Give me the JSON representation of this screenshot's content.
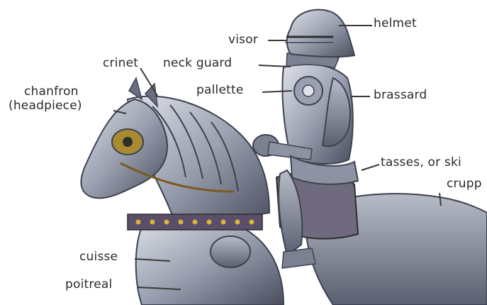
{
  "labels": {
    "helmet": "helmet",
    "visor": "visor",
    "neck_guard": "neck guard",
    "crinet": "crinet",
    "pallette": "pallette",
    "brassard": "brassard",
    "chanfron_line1": "chanfron",
    "chanfron_line2": "(headpiece)",
    "tasses": "tasses, or ski",
    "crupper": "crupp",
    "cuisse": "cuisse",
    "poitreal": "poitreal"
  },
  "colors": {
    "background": "#ffffff",
    "armor_light": "#c9ccd6",
    "armor_mid": "#8e93a3",
    "armor_dark": "#3e4150",
    "gold": "#c9a227",
    "leader": "#3a3a3a"
  }
}
